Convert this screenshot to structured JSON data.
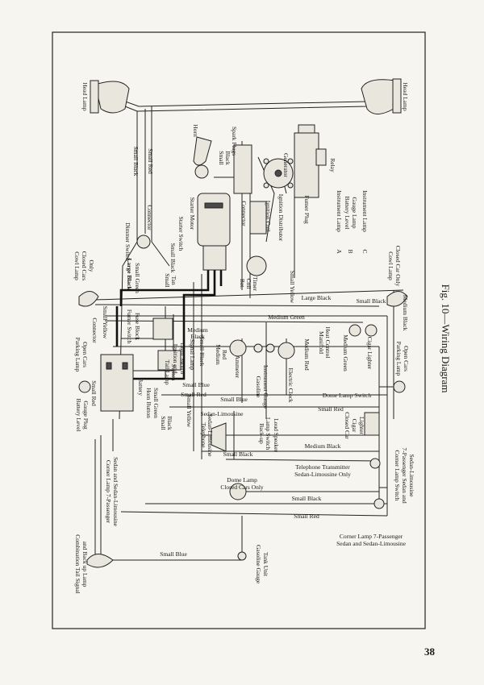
{
  "figure": {
    "caption": "Fig. 10—Wiring Diagram",
    "page_number": "38"
  },
  "labels": {
    "head_lamp_left": "Head Lamp",
    "head_lamp_right": "Head Lamp",
    "small_black_top": "Small Black",
    "small_red_top": "Small Red",
    "horn": "Horn",
    "spark_plugs": "Spark Plugs",
    "black_small": "Black",
    "small_horn": "Small",
    "generator": "Generator",
    "relay": "Relay",
    "connector_top": "Connector",
    "starter_motor": "Starter Motor",
    "dimmer_switch": "Dimmer Switch",
    "starter_switch": "Starter Switch",
    "small_black_2": "Small Black",
    "connector_mid": "Connector",
    "ignition_coil": "Ignition Coil",
    "ignition_distributor": "Ignition Distributor",
    "fumer_plug": "Fumer Plug",
    "legend_a": "A",
    "legend_a_text": "Instrument Lamp",
    "legend_b": "B",
    "legend_b_text_1": "Battery Level",
    "legend_b_text_2": "Gauge Lamp",
    "legend_c": "C",
    "legend_c_text": "Instrument Lamp",
    "cowl_lamp_left_1": "Cowl Lamp",
    "cowl_lamp_left_2": "Closed Cars",
    "cowl_lamp_left_3": "Only",
    "cowl_lamp_right_1": "Cowl Lamp",
    "cowl_lamp_right_2": "Closed Car Only",
    "large_black_1": "Large Black",
    "small_green": "Small Green",
    "small_tan_1": "Small",
    "small_tan_2": "Tan",
    "bat_coil_1": "Bat.",
    "bat_coil_2": "Coil",
    "timer": "Timer",
    "small_yellow_top": "Small Yellow",
    "large_black_2": "Large Black",
    "small_black_3": "Small Black",
    "medium_black_top": "Medium Black",
    "medium_green_top": "Medium Green",
    "small_yellow_left": "Small Yellow",
    "fumer_switch": "Fumer Switch",
    "fuse_block": "Fuse Block",
    "connector_left": "Connector",
    "parking_lamp_left_1": "Parking Lamp",
    "parking_lamp_left_2": "Open Cars",
    "medium_black_mid": "Medium",
    "medium_black_mid_2": "Black",
    "ignition_light_switch_1": "Ignition and",
    "ignition_light_switch_2": "Light Switch",
    "signal_lamp": "Signal Lamp",
    "small_black_4": "Small Black",
    "tail_lamp_switch_1": "Tail Lamp",
    "tail_lamp_switch_2": "Switch",
    "medium_red_1": "Medium",
    "medium_red_2": "Red",
    "ammeter": "Ammeter",
    "medium_red_3": "Medium Red",
    "manifold_heat_1": "Manifold",
    "manifold_heat_2": "Heat Control",
    "medium_green_2": "Medium Green",
    "cigar_lighter_right": "Cigar Lighter",
    "small_blue_1": "Small Blue",
    "battery": "Battery",
    "horn_button": "Horn Button",
    "small_green_2": "Small Green",
    "small_red_left": "Small Red",
    "battery_level_1": "Battery Level",
    "battery_level_2": "Gauge Plug",
    "small_black_5": "Small",
    "small_black_5b": "Black",
    "gasoline_gauge_1": "Gasoline",
    "gasoline_gauge_2": "Instrument Gauge",
    "electric_clock": "Electric Clock",
    "parking_lamp_right_1": "Parking Lamp",
    "parking_lamp_right_2": "Open Cars",
    "small_red_mid": "Small Red",
    "small_blue_2": "Small Blue",
    "small_yellow_mid": "Small Yellow",
    "dome_lamp_switch": "Dome Lamp Switch",
    "small_red_right": "Small Red",
    "sedan_limousine_mid": "Sedan-Limousine",
    "back_up_switch_1": "Back-up",
    "back_up_switch_2": "Lamp Switch",
    "telephone_loud_1": "Telephone",
    "telephone_loud_2": "Loud Speaker",
    "telephone_loud_3": "Sedan-Limousine",
    "closed_car_lighter_1": "Closed Car",
    "closed_car_lighter_2": "Cigar",
    "closed_car_lighter_3": "Lighter",
    "medium_black_low": "Medium Black",
    "small_black_low": "Small Black",
    "telephone_transmitter_1": "Telephone Transmitter",
    "telephone_transmitter_2": "Sedan-Limousine Only",
    "corner_lamp_left_1": "Corner Lamp 7-Passenger",
    "corner_lamp_left_2": "Sedan and Sedan-Limousine",
    "dome_lamp_1": "Dome Lamp",
    "dome_lamp_2": "Closed Cars Only",
    "small_black_low2": "Small Black",
    "corner_lamp_switch_1": "Corner Lamp Switch",
    "corner_lamp_switch_2": "7-Passenger Sedan and",
    "corner_lamp_switch_3": "Sedan-Limousine",
    "small_red_low": "Small Red",
    "corner_lamp_right_1": "Corner Lamp 7-Passenger",
    "corner_lamp_right_2": "Sedan and Sedan-Limousine",
    "combination_tail_1": "Combination Tail Signal",
    "combination_tail_2": "and Back up Lamp",
    "small_blue_bottom": "Small Blue",
    "gasoline_tank_1": "Gasoline Gauge",
    "gasoline_tank_2": "Tank Unit"
  }
}
